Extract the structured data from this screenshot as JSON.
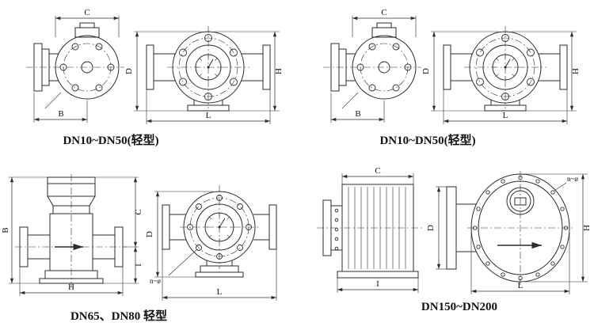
{
  "figure": {
    "ink": "#2b2b2b",
    "background": "#ffffff",
    "groups": [
      {
        "caption": "DN10~DN50(轻型)",
        "dims": {
          "C": "C",
          "B": "B",
          "D": "D",
          "H": "H",
          "L": "L"
        }
      },
      {
        "caption": "DN10~DN50(轻型)",
        "dims": {
          "C": "C",
          "B": "B",
          "D": "D",
          "H": "H",
          "L": "L"
        }
      },
      {
        "caption": "DN65、DN80 轻型",
        "dims": {
          "B": "B",
          "C": "C",
          "I": "I",
          "H": "H",
          "D": "D",
          "L": "L",
          "holes": "n~ø"
        }
      },
      {
        "caption": "DN150~DN200",
        "dims": {
          "C": "C",
          "I": "I",
          "D": "D",
          "H": "H",
          "L": "L",
          "holes": "n~ø"
        }
      }
    ]
  }
}
